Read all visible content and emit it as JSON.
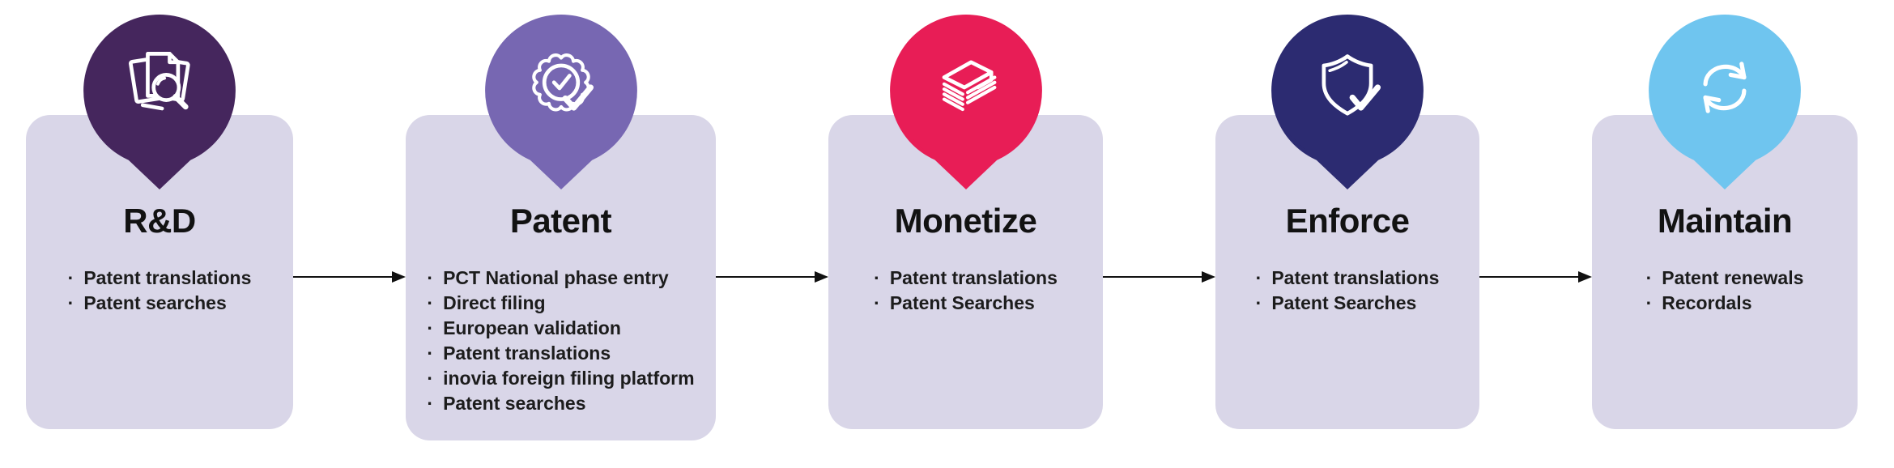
{
  "diagram": {
    "background_color": "#ffffff",
    "card_background_color": "#d9d6e8",
    "title_text_color": "#121212",
    "bullet_text_color": "#1c1c1c",
    "arrow_color": "#111111",
    "icon_stroke_color": "#ffffff",
    "bullet_char": "·"
  },
  "cards": [
    {
      "title": "R&D",
      "icon": "documents-search-icon",
      "pin_color": "#45265d",
      "bullets": [
        "Patent translations",
        "Patent searches"
      ]
    },
    {
      "title": "Patent",
      "icon": "badge-check-icon",
      "pin_color": "#7767b2",
      "bullets": [
        "PCT National phase entry",
        "Direct filing",
        "European validation",
        "Patent translations",
        "inovia foreign filing platform",
        "Patent searches"
      ]
    },
    {
      "title": "Monetize",
      "icon": "money-stack-icon",
      "pin_color": "#e81d56",
      "bullets": [
        "Patent translations",
        "Patent Searches"
      ]
    },
    {
      "title": "Enforce",
      "icon": "shield-check-icon",
      "pin_color": "#2c2b71",
      "bullets": [
        "Patent translations",
        "Patent Searches"
      ]
    },
    {
      "title": "Maintain",
      "icon": "refresh-arrows-icon",
      "pin_color": "#6fc5ef",
      "bullets": [
        "Patent renewals",
        "Recordals"
      ]
    }
  ]
}
